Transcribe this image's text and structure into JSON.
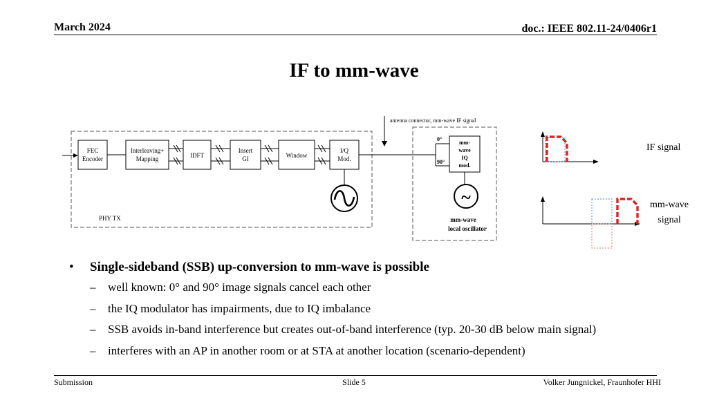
{
  "header": {
    "date": "March 2024",
    "doc": "doc.: IEEE 802.11-24/0406r1"
  },
  "title": "IF to mm-wave",
  "diagram": {
    "phy_blocks": [
      [
        "FEC",
        "Encoder"
      ],
      [
        "Interleaving+",
        "Mapping"
      ],
      [
        "IDFT"
      ],
      [
        "Insert",
        "GI"
      ],
      [
        "Window"
      ],
      [
        "I/Q",
        "Mod."
      ]
    ],
    "phy_label": "PHY  TX",
    "antenna_label": "antenna connector, mm-wave IF signal",
    "mixer_label": [
      "mm-",
      "wave",
      "IQ",
      "mod."
    ],
    "phase_0": "0°",
    "phase_90": "90°",
    "tilde": "~",
    "lo_label": [
      "mm-wave",
      "local oscillator"
    ],
    "if_signal_label": "IF signal",
    "mmwave_signal_label": [
      "mm-wave",
      "signal"
    ]
  },
  "bullets": {
    "main": "Single-sideband (SSB) up-conversion to mm-wave is possible",
    "subs": [
      "well known: 0°  and 90°  image signals cancel each other",
      "the IQ modulator has impairments, due to IQ imbalance",
      "SSB avoids in-band interference but creates out-of-band interference (typ. 20-30 dB below main signal)",
      "interferes with an AP in another room or at STA at another location (scenario-dependent)"
    ]
  },
  "footer": {
    "left": "Submission",
    "center": "Slide 5",
    "right": "Volker Jungnickel, Fraunhofer HHI"
  },
  "colors": {
    "spectrum_red": "#e02020",
    "spectrum_blue": "#5aa8e0",
    "image_red": "#e07070"
  }
}
